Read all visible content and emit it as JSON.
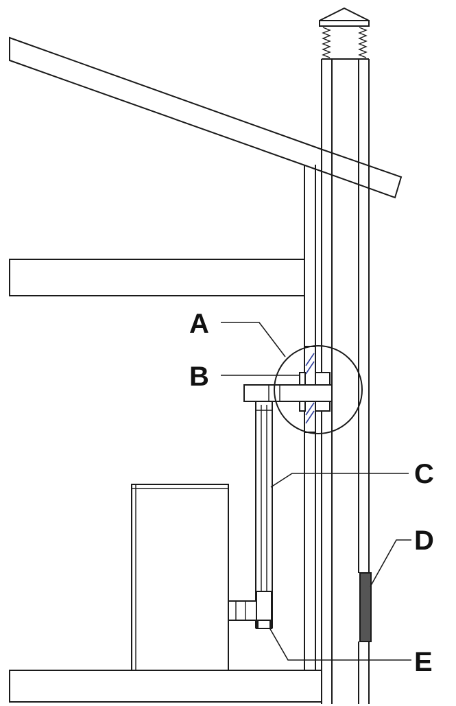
{
  "labels": {
    "a": "A",
    "b": "B",
    "c": "C",
    "d": "D",
    "e": "E"
  },
  "colors": {
    "line": "#1a1a1a",
    "hatch": "#2d3d9a",
    "plate": "#555555",
    "background": "#ffffff"
  }
}
